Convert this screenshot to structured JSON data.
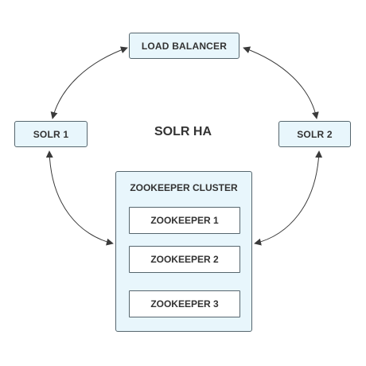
{
  "diagram": {
    "title": "SOLR HA",
    "nodes": {
      "load_balancer": "LOAD BALANCER",
      "solr1": "SOLR 1",
      "solr2": "SOLR 2"
    },
    "cluster": {
      "label": "ZOOKEEPER CLUSTER",
      "members": [
        "ZOOKEEPER 1",
        "ZOOKEEPER 2",
        "ZOOKEEPER 3"
      ]
    },
    "colors": {
      "node_fill": "#e8f6fc",
      "border": "#56666e",
      "text": "#333333",
      "arrow": "#3a3a3a"
    },
    "connections": [
      {
        "from": "LOAD BALANCER",
        "to": "SOLR 1",
        "direction": "bidirectional"
      },
      {
        "from": "LOAD BALANCER",
        "to": "SOLR 2",
        "direction": "bidirectional"
      },
      {
        "from": "SOLR 1",
        "to": "ZOOKEEPER CLUSTER",
        "direction": "bidirectional"
      },
      {
        "from": "SOLR 2",
        "to": "ZOOKEEPER CLUSTER",
        "direction": "bidirectional"
      }
    ]
  }
}
